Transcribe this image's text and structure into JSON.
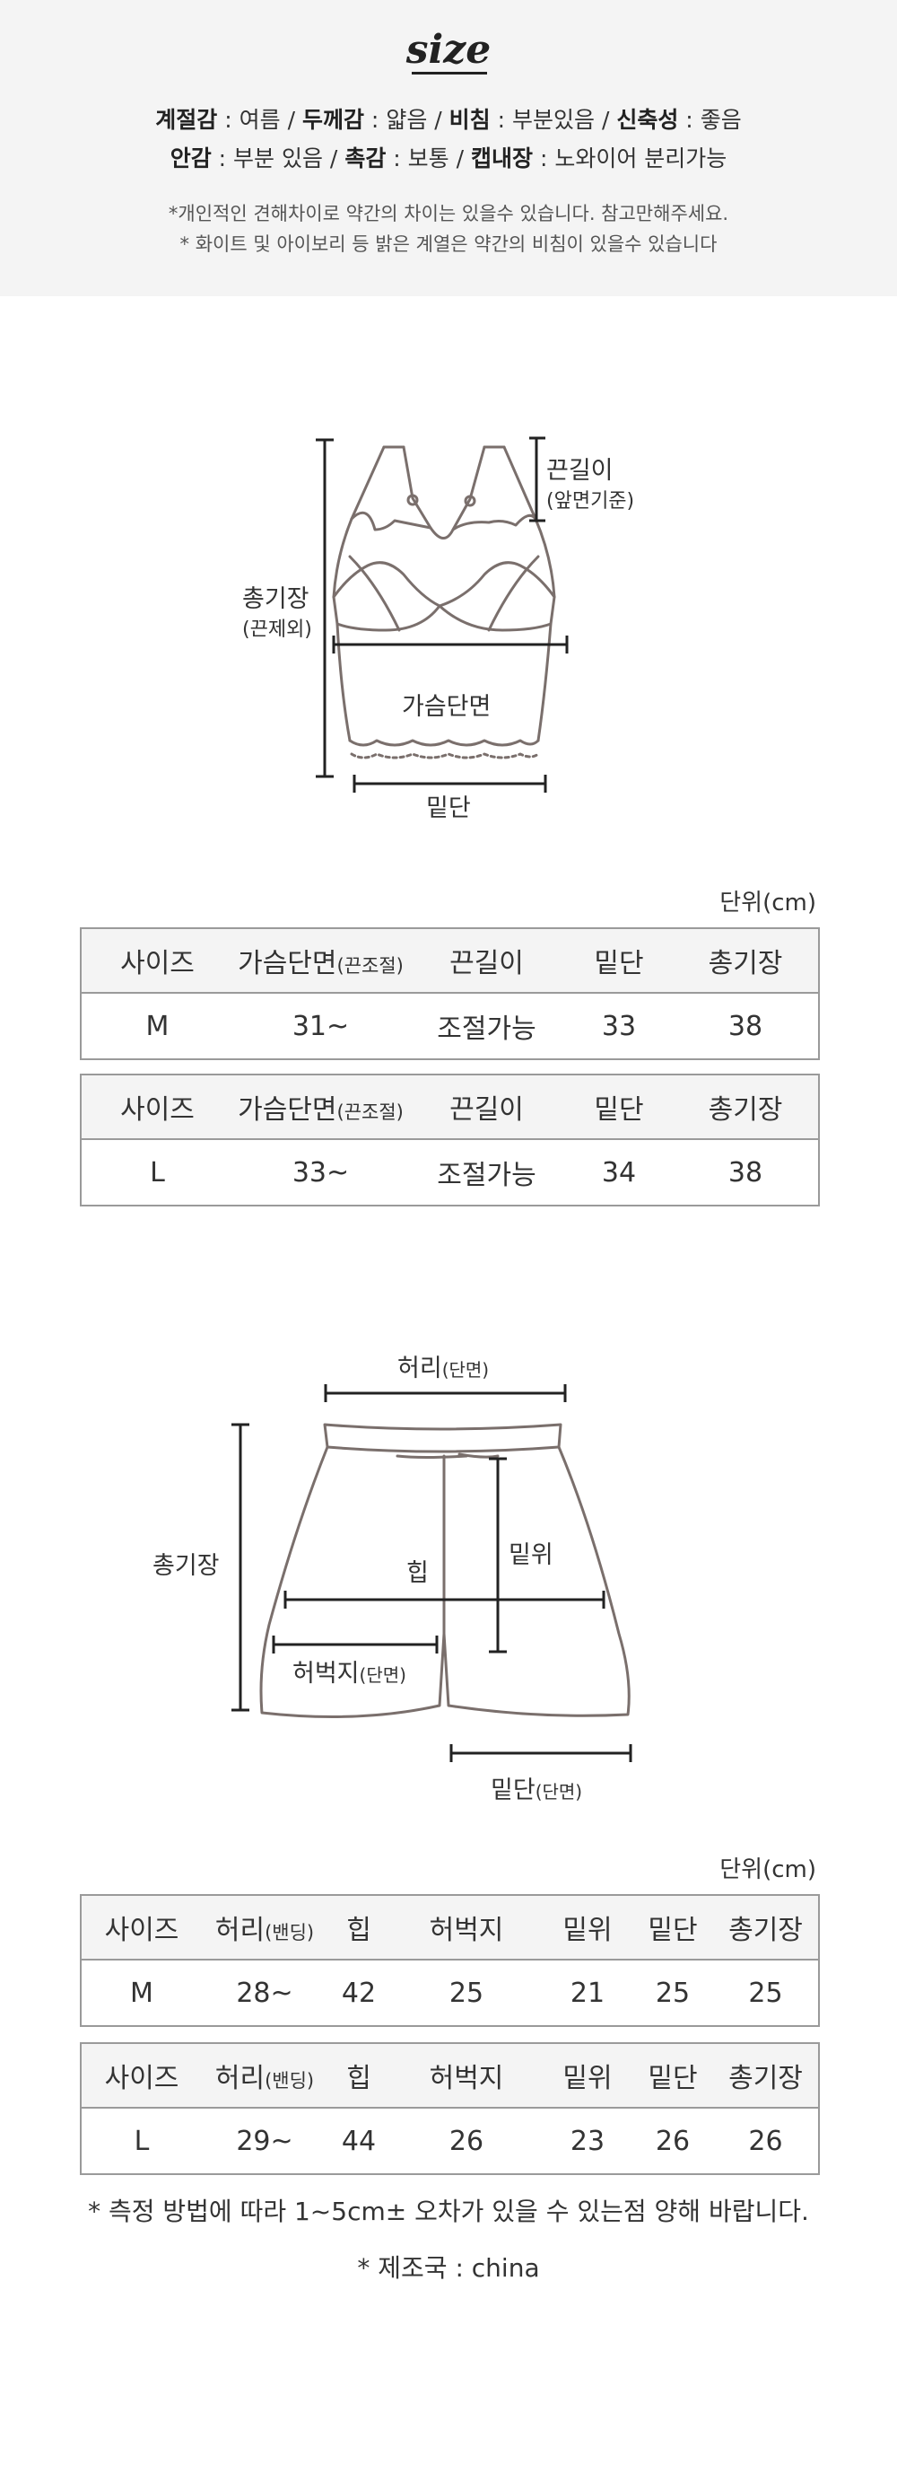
{
  "header": {
    "title": "size",
    "features_line1": [
      {
        "k": "계절감",
        "v": "여름"
      },
      {
        "k": "두께감",
        "v": "얇음"
      },
      {
        "k": "비침",
        "v": "부분있음"
      },
      {
        "k": "신축성",
        "v": "좋음"
      }
    ],
    "features_line2": [
      {
        "k": "안감",
        "v": "부분 있음"
      },
      {
        "k": "촉감",
        "v": "보통"
      },
      {
        "k": "캡내장",
        "v": "노와이어 분리가능"
      }
    ],
    "note1": "*개인적인 견해차이로 약간의 차이는 있을수 있습니다. 참고만해주세요.",
    "note2": "* 화이트 및 아이보리 등 밝은 계열은 약간의 비침이 있을수 있습니다"
  },
  "top_diagram": {
    "strap": "끈길이",
    "strap_sub": "(앞면기준)",
    "length": "총기장",
    "length_sub": "(끈제외)",
    "chest": "가슴단면",
    "hem": "밑단"
  },
  "top_unit": "단위(cm)",
  "top_tables": [
    {
      "headers": [
        "사이즈",
        "가슴단면",
        "(끈조절)",
        "끈길이",
        "밑단",
        "총기장"
      ],
      "row": [
        "M",
        "31~",
        "조절가능",
        "33",
        "38"
      ]
    },
    {
      "headers": [
        "사이즈",
        "가슴단면",
        "(끈조절)",
        "끈길이",
        "밑단",
        "총기장"
      ],
      "row": [
        "L",
        "33~",
        "조절가능",
        "34",
        "38"
      ]
    }
  ],
  "bottom_diagram": {
    "waist": "허리",
    "waist_sub": "(단면)",
    "length": "총기장",
    "hip": "힙",
    "rise": "밑위",
    "thigh": "허벅지",
    "thigh_sub": "(단면)",
    "hem": "밑단",
    "hem_sub": "(단면)"
  },
  "bottom_unit": "단위(cm)",
  "bottom_tables": [
    {
      "headers": [
        "사이즈",
        "허리",
        "(밴딩)",
        "힙",
        "허벅지",
        "밑위",
        "밑단",
        "총기장"
      ],
      "row": [
        "M",
        "28~",
        "42",
        "25",
        "21",
        "25",
        "25"
      ]
    },
    {
      "headers": [
        "사이즈",
        "허리",
        "(밴딩)",
        "힙",
        "허벅지",
        "밑위",
        "밑단",
        "총기장"
      ],
      "row": [
        "L",
        "29~",
        "44",
        "26",
        "23",
        "26",
        "26"
      ]
    }
  ],
  "footer": {
    "note": "* 측정 방법에 따라 1~5cm± 오차가 있을 수 있는점 양해 바랍니다.",
    "origin": "* 제조국 : china"
  }
}
